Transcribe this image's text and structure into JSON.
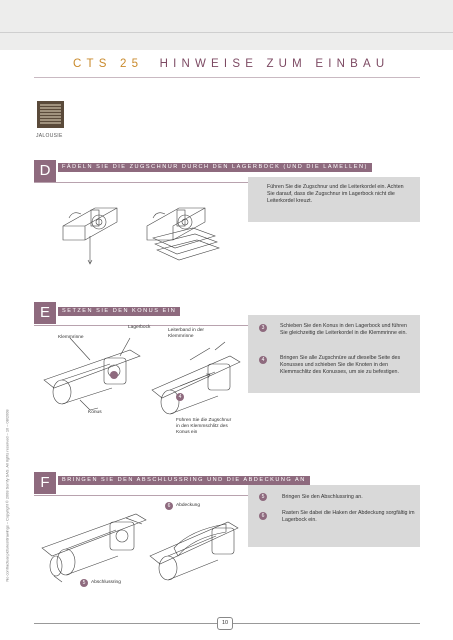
{
  "header": {
    "title_model": "CTS 25",
    "title_rest": "HINWEISE ZUM EINBAU"
  },
  "product": {
    "label": "JALOUSIE",
    "icon": "venetian-blind-icon"
  },
  "sections": {
    "d": {
      "letter": "D",
      "heading": "FÄDELN SIE DIE ZUGSCHNUR DURCH DEN LAGERBOCK (UND DIE LAMELLEN)",
      "text": "Führen Sie die Zugschnur und die Leiterkordel ein. Achten Sie darauf, dass die Zugschnur im Lagerbock nicht die Leiterkordel kreuzt."
    },
    "e": {
      "letter": "E",
      "heading": "SETZEN SIE DEN KONUS EIN",
      "labels": {
        "klemmrinne": "Klemmrinne",
        "lagerbock": "Lagerbock",
        "leiterband": "Leiterband in der Klemmrinne",
        "konus": "Konus",
        "zugschnur": "Führen Sie die Zugschnur in den Klemmschlitz des Konus ein"
      },
      "steps": [
        {
          "num": "3",
          "text": "Schieben Sie den Konus in den Lagerbock und führen Sie gleichzeitig die Leiterkordel in die Klemmrinne ein."
        },
        {
          "num": "4",
          "text": "Bringen Sie alle Zugschnüre auf dieselbe Seite des Konusses und schieben Sie die Knoten in den Klemmschlitz des Konusses, um sie zu befestigen."
        }
      ],
      "marker": "4"
    },
    "f": {
      "letter": "F",
      "heading": "BRINGEN SIE DEN ABSCHLUSSRING UND DIE ABDECKUNG AN",
      "labels": {
        "abdeckung": "Abdeckung",
        "abschlussring": "Abschlussring"
      },
      "label_nums": {
        "abdeckung": "6",
        "abschlussring": "5"
      },
      "steps": [
        {
          "num": "5",
          "text": "Bringen Sie den  Abschlussring an."
        },
        {
          "num": "6",
          "text": "Rasten Sie dabei die Haken der Abdeckung sorgfältig im Lagerbock ein."
        }
      ]
    }
  },
  "footer": {
    "side_text": "No contractual pictures/drawings – Copyright © 2008 Somfy SAS. All rights reserved – 10 – 08/2008",
    "page_number": "10"
  },
  "colors": {
    "accent": "#8e6a7e",
    "title_model": "#c98a2c",
    "title_rest": "#7d4a63"
  }
}
